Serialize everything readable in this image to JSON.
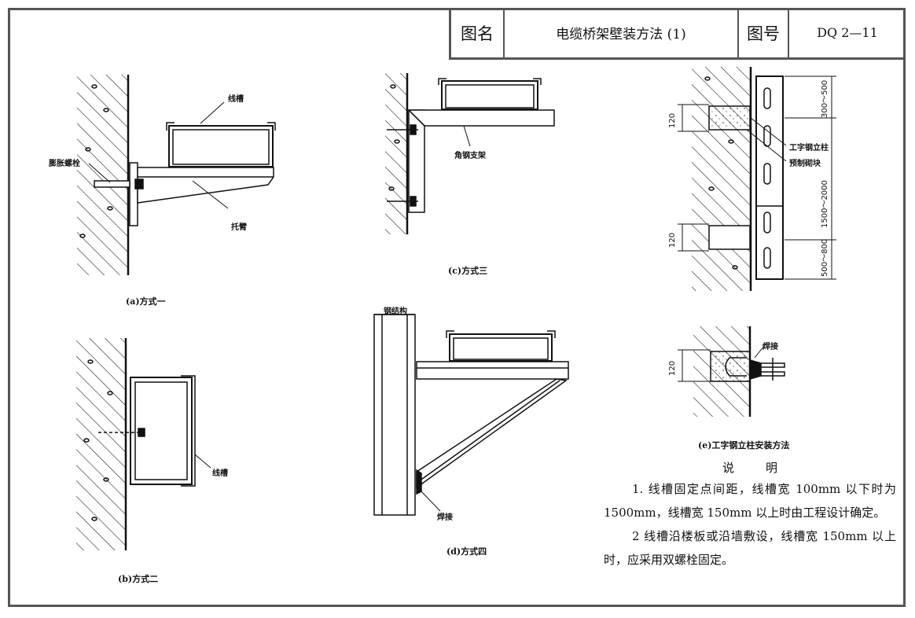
{
  "title_block": {
    "name_label": "图名",
    "drawing_title": "电缆桥架壁装方法 (1)",
    "number_label": "图号",
    "drawing_number": "DQ 2—11"
  },
  "fig_a": {
    "caption": "(a)方式一",
    "labels": {
      "trough": "线槽",
      "bolt": "膨胀螺栓",
      "bracket": "托臂"
    }
  },
  "fig_b": {
    "caption": "(b)方式二",
    "labels": {
      "trough": "线槽"
    }
  },
  "fig_c": {
    "caption": "(c)方式三",
    "labels": {
      "angle": "角钢支架"
    }
  },
  "fig_d": {
    "caption": "(d)方式四",
    "labels": {
      "steel": "钢结构",
      "weld": "焊接"
    }
  },
  "fig_e": {
    "caption": "(e)工字钢立柱安装方法",
    "labels": {
      "column": "工字钢立柱",
      "block": "预制砌块",
      "weld": "焊接"
    },
    "dimensions": {
      "block_h1": "120",
      "block_h2": "120",
      "block_h3": "120",
      "top": "300～500",
      "mid": "1500～2000",
      "bottom": "500～800"
    }
  },
  "notes": {
    "heading": "说明",
    "items": [
      "1. 线槽固定点间距，线槽宽 100mm 以下时为 1500mm，线槽宽 150mm 以上时由工程设计确定。",
      "2 线槽沿楼板或沿墙敷设，线槽宽 150mm 以上时，应采用双螺栓固定。"
    ]
  },
  "colors": {
    "line": "#111111",
    "frame": "#555555",
    "paper": "#ffffff"
  }
}
